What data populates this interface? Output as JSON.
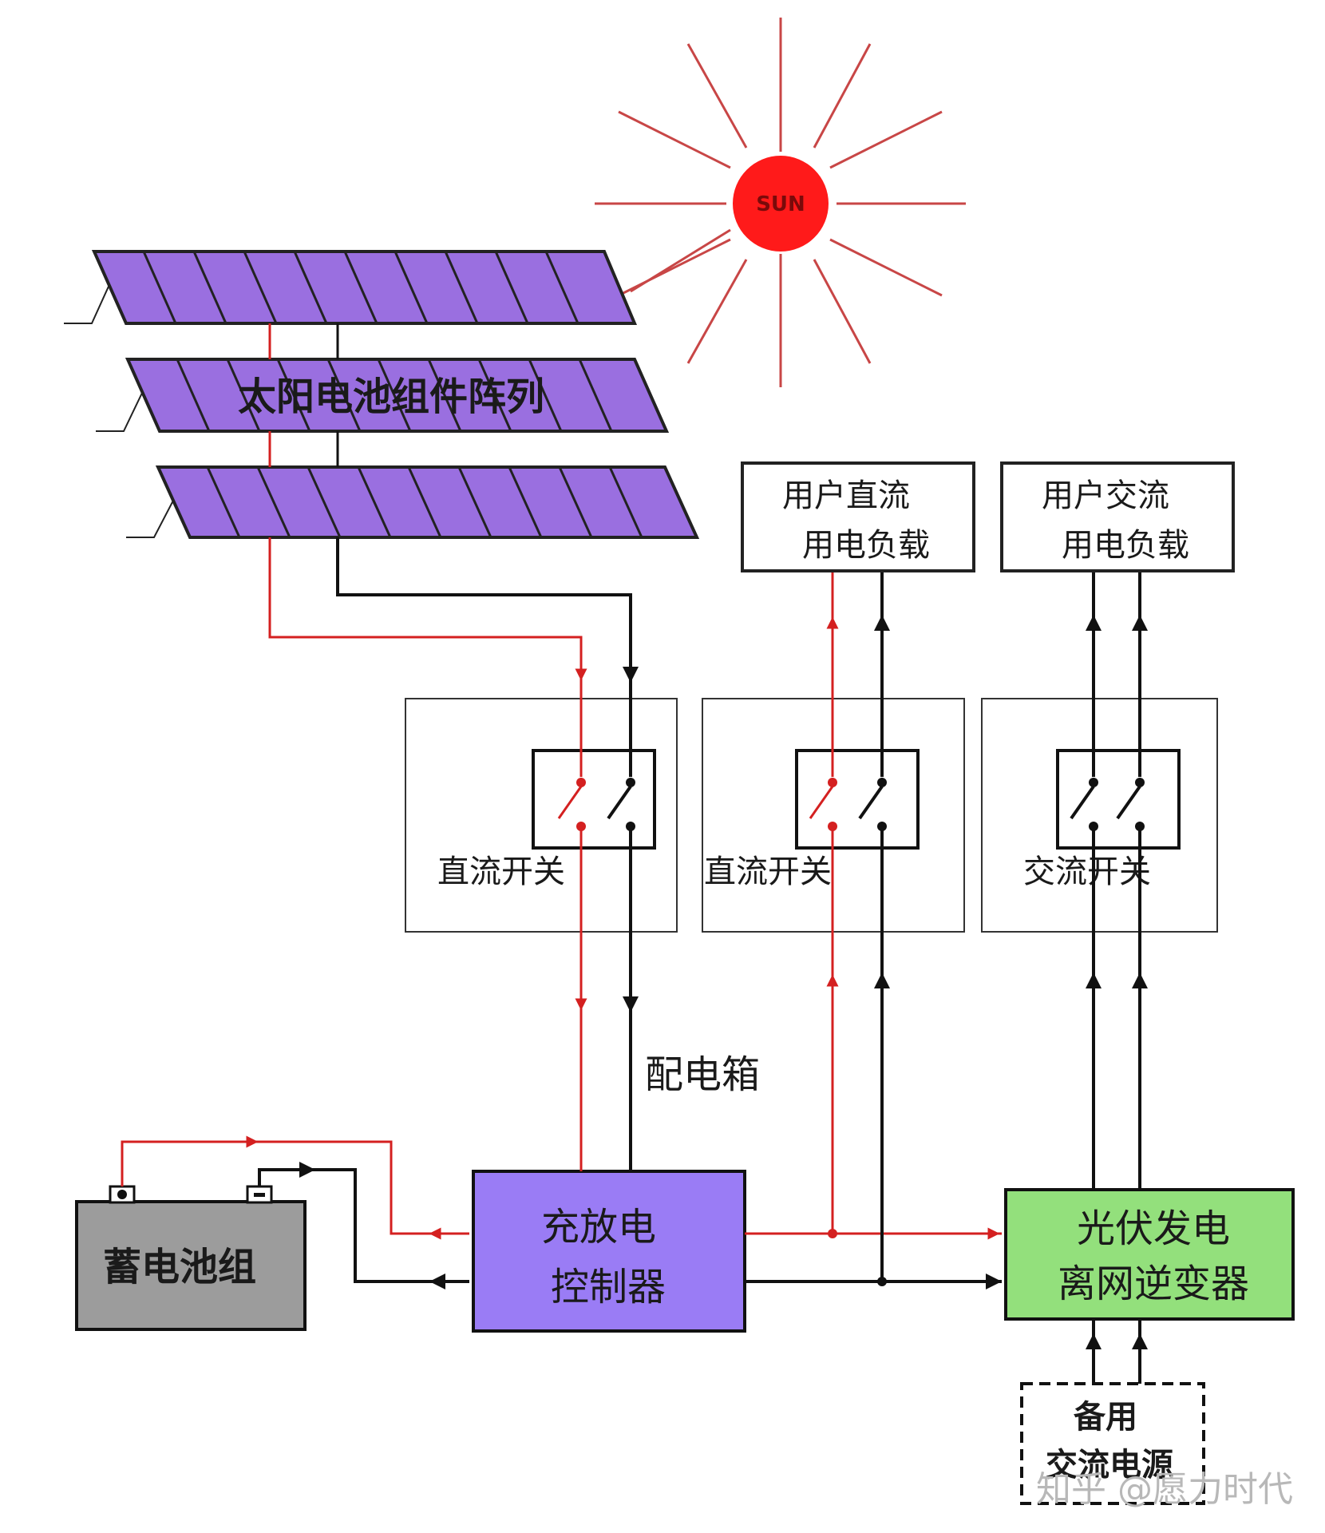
{
  "sun": {
    "label": "SUN",
    "color": "#ff1a1a"
  },
  "solar_array": {
    "label": "太阳电池组件阵列",
    "panel_color": "#9a6fe0"
  },
  "loads": {
    "dc_load": {
      "line1": "用户直流",
      "line2": "用电负载"
    },
    "ac_load": {
      "line1": "用户交流",
      "line2": "用电负载"
    }
  },
  "switches": {
    "dc_switch_1": "直流开关",
    "dc_switch_2": "直流开关",
    "ac_switch": "交流开关"
  },
  "distribution_box": "配电箱",
  "battery": {
    "label": "蓄电池组",
    "color": "#9c9c9c"
  },
  "controller": {
    "line1": "充放电",
    "line2": "控制器",
    "color": "#9a7cf5"
  },
  "inverter": {
    "line1": "光伏发电",
    "line2": "离网逆变器",
    "color": "#93e07c"
  },
  "backup": {
    "line1": "备用",
    "line2": "交流电源"
  },
  "watermark": "知乎 @愿力时代",
  "colors": {
    "positive_wire": "#d42020",
    "negative_wire": "#111111"
  }
}
